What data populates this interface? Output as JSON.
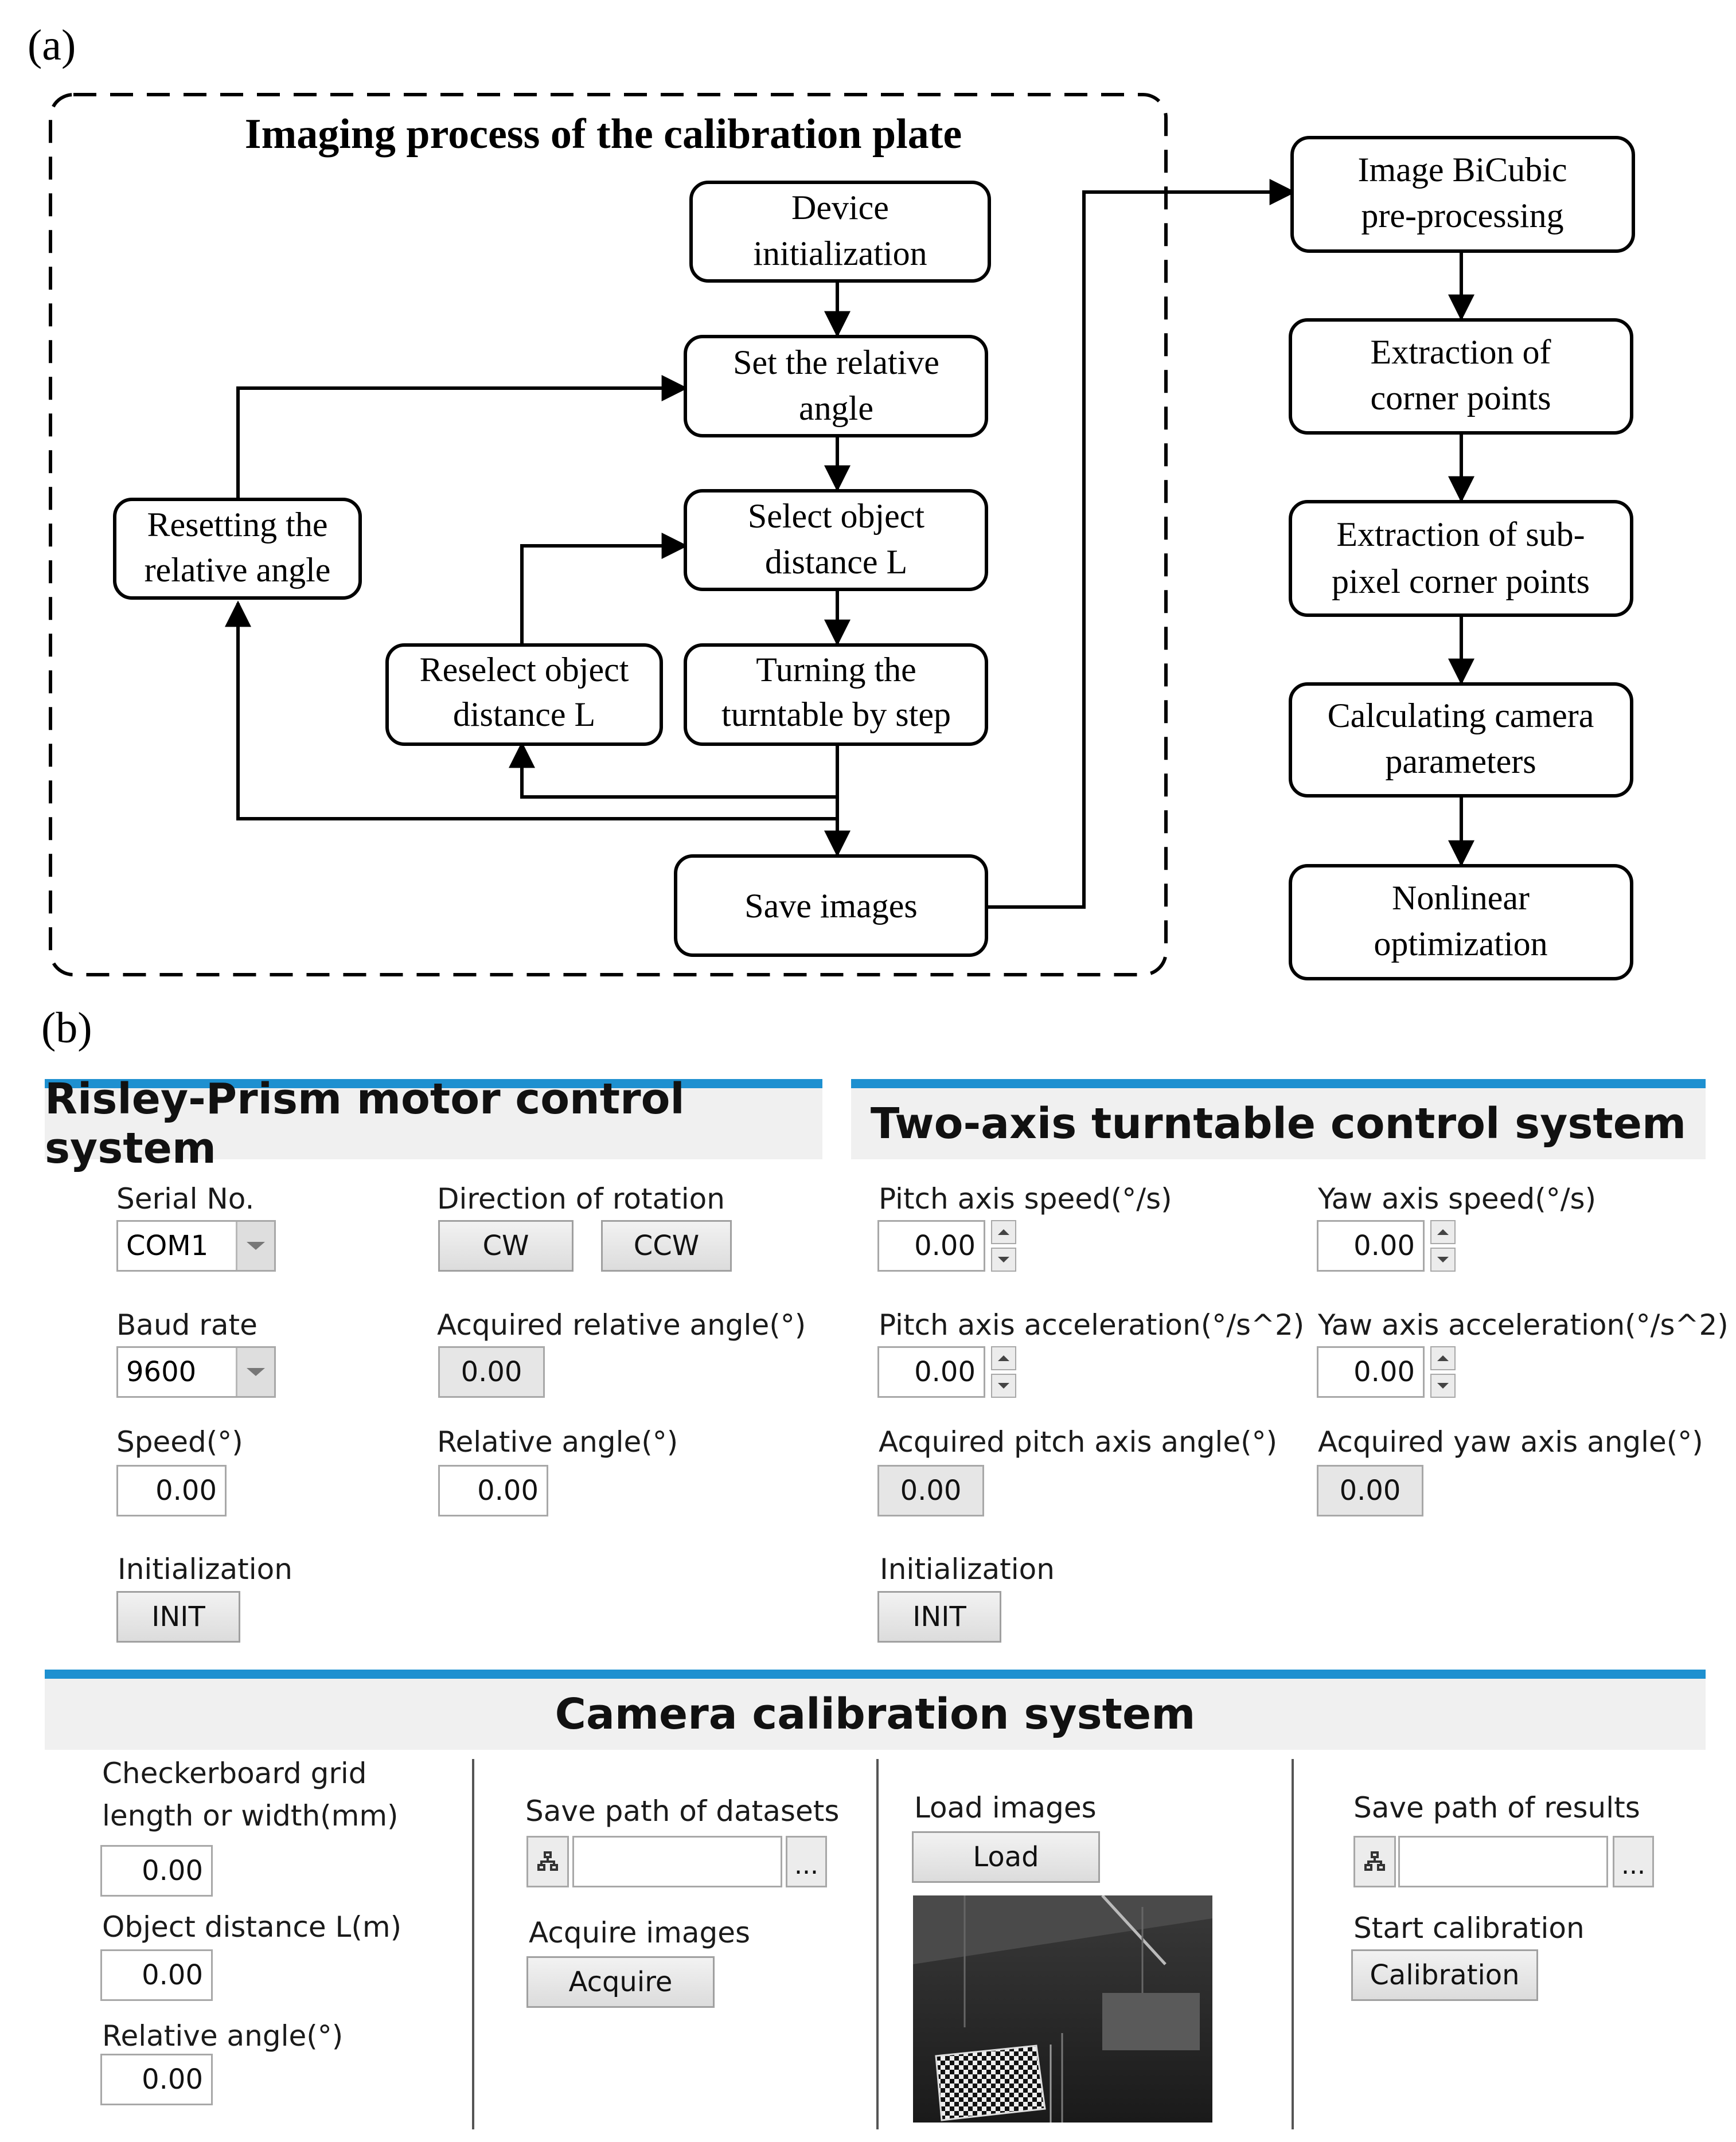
{
  "panel_a": {
    "letter": "(a)",
    "group_title": "Imaging process of the calibration plate",
    "nodes": {
      "device_init": [
        "Device",
        "initialization"
      ],
      "set_angle": [
        "Set the relative",
        "angle"
      ],
      "select_distance": [
        "Select object",
        "distance L"
      ],
      "turning": [
        "Turning the",
        "turntable by step"
      ],
      "save_images": [
        "Save images"
      ],
      "reset_angle": [
        "Resetting the",
        "relative angle"
      ],
      "reselect": [
        "Reselect object",
        "distance L"
      ],
      "bicubic": [
        "Image BiCubic",
        "pre-processing"
      ],
      "corners": [
        "Extraction of",
        "corner points"
      ],
      "subpixel": [
        "Extraction of sub-",
        "pixel corner points"
      ],
      "camera_params": [
        "Calculating camera",
        "parameters"
      ],
      "nonlinear": [
        "Nonlinear",
        "optimization"
      ]
    }
  },
  "panel_b": {
    "letter": "(b)",
    "accent_color": "#1e90d0",
    "risley": {
      "title": "Risley-Prism motor control system",
      "serial_label": "Serial No.",
      "serial_value": "COM1",
      "baud_label": "Baud rate",
      "baud_value": "9600",
      "speed_label": "Speed(°)",
      "speed_value": "0.00",
      "init_label": "Initialization",
      "init_button": "INIT",
      "direction_label": "Direction of rotation",
      "cw_button": "CW",
      "ccw_button": "CCW",
      "acquired_label": "Acquired relative angle(°)",
      "acquired_value": "0.00",
      "relative_label": "Relative angle(°)",
      "relative_value": "0.00"
    },
    "turntable": {
      "title": "Two-axis turntable control system",
      "pitch_speed_label": "Pitch axis speed(°/s)",
      "pitch_speed_value": "0.00",
      "yaw_speed_label": "Yaw axis speed(°/s)",
      "yaw_speed_value": "0.00",
      "pitch_acc_label": "Pitch axis acceleration(°/s^2)",
      "pitch_acc_value": "0.00",
      "yaw_acc_label": "Yaw axis acceleration(°/s^2)",
      "yaw_acc_value": "0.00",
      "pitch_angle_label": "Acquired pitch axis angle(°)",
      "pitch_angle_value": "0.00",
      "yaw_angle_label": "Acquired yaw axis angle(°)",
      "yaw_angle_value": "0.00",
      "init_label": "Initialization",
      "init_button": "INIT"
    },
    "camera": {
      "title": "Camera calibration system",
      "grid_label": "Checkerboard grid length or width(mm)",
      "grid_value": "0.00",
      "distance_label": "Object distance L(m)",
      "distance_value": "0.00",
      "angle_label": "Relative angle(°)",
      "angle_value": "0.00",
      "dataset_path_label": "Save path of datasets",
      "dataset_browse": "...",
      "acquire_label": "Acquire images",
      "acquire_button": "Acquire",
      "load_label": "Load images",
      "load_button": "Load",
      "results_path_label": "Save path of results",
      "results_browse": "...",
      "calib_label": "Start calibration",
      "calib_button": "Calibration"
    }
  }
}
